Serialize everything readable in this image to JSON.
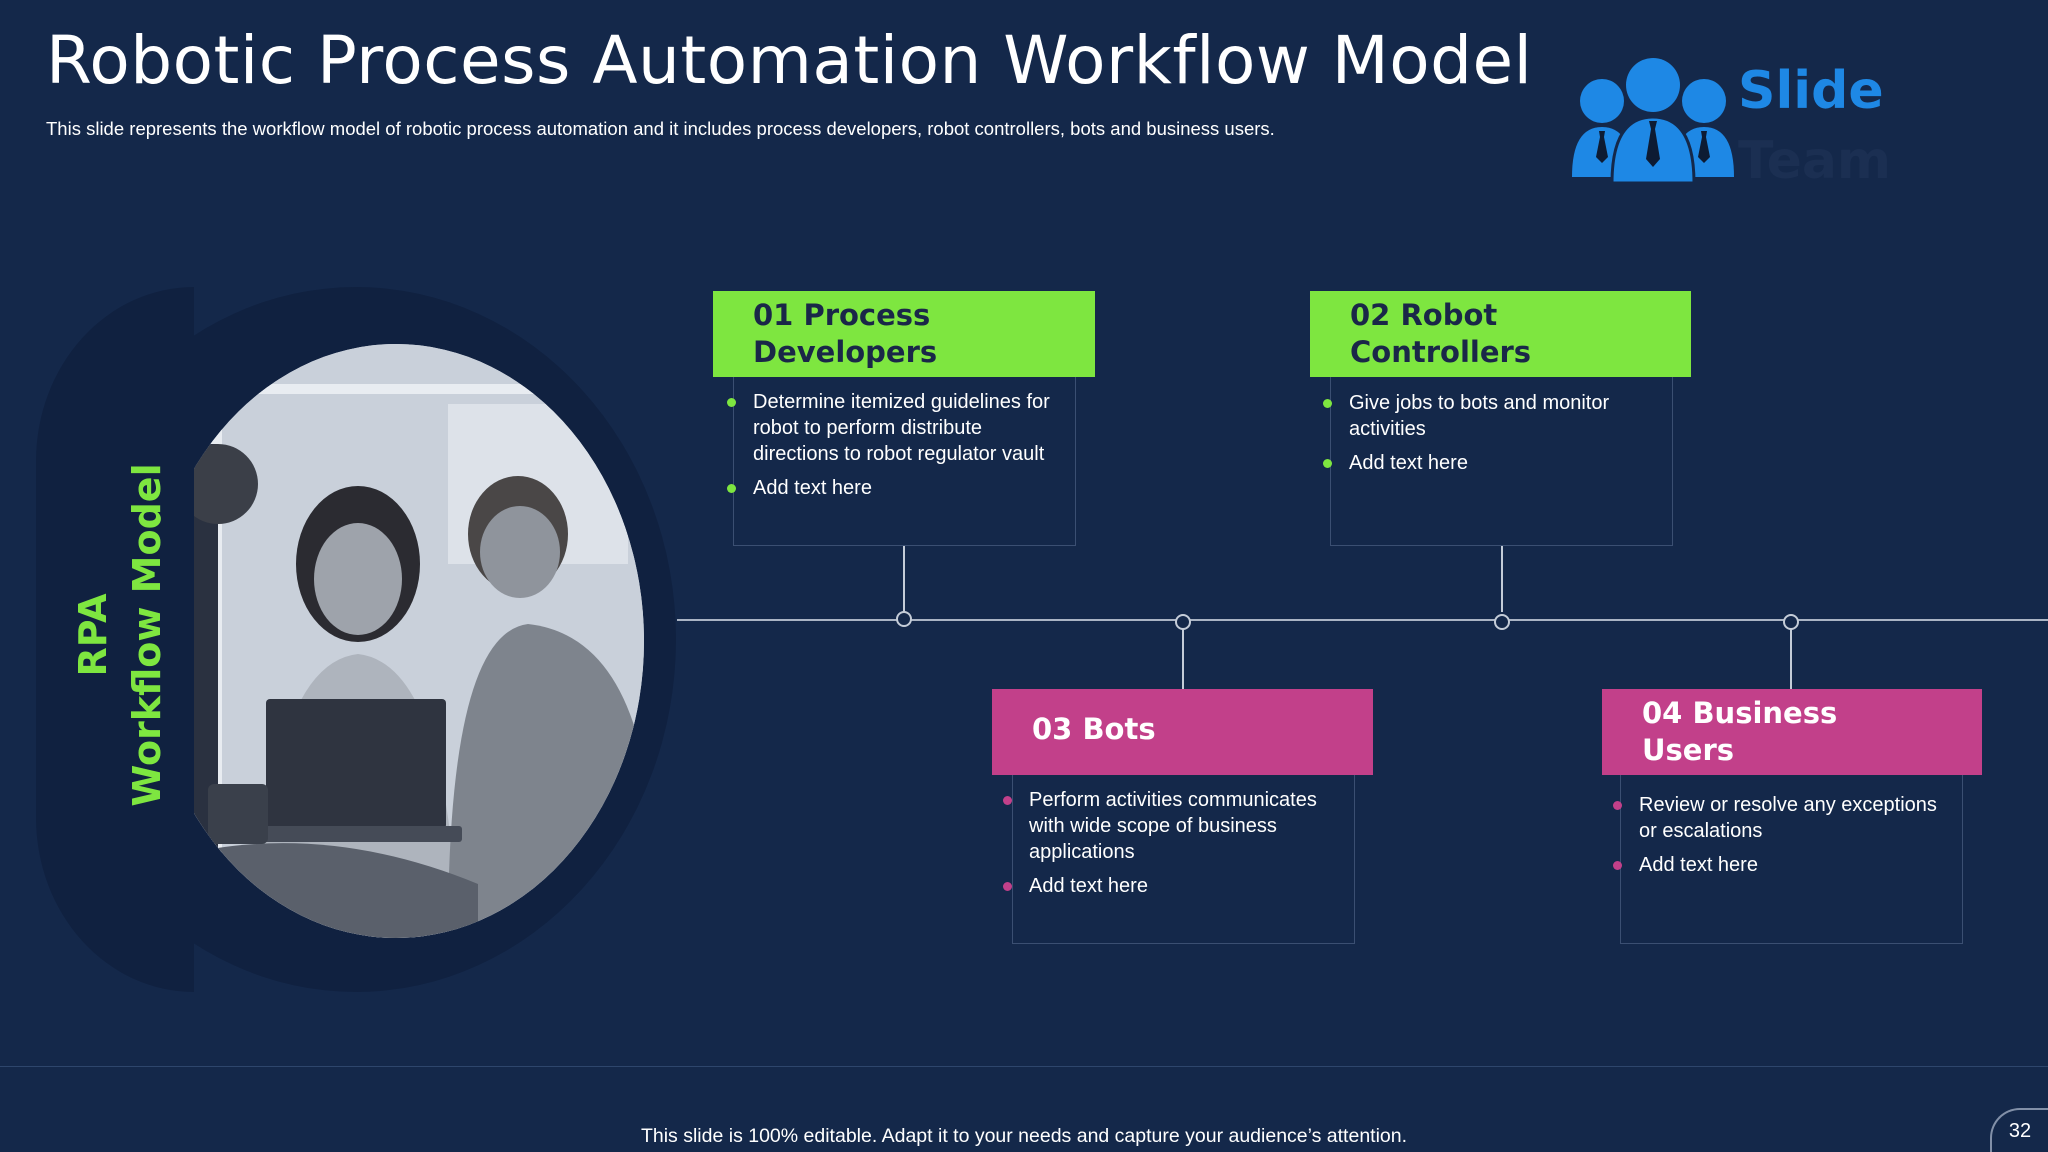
{
  "slide": {
    "title": "Robotic Process Automation Workflow Model",
    "subtitle": "This slide represents the workflow model of robotic process automation and it includes process developers, robot controllers, bots and business users.",
    "side_label_line1": "RPA",
    "side_label_line2": "Workflow Model",
    "footer": "This slide is 100% editable. Adapt it to your needs and capture your audience’s attention.",
    "page_number": "32"
  },
  "logo": {
    "word1": "Slide",
    "word2": "Team",
    "icon": "people-icon"
  },
  "steps": [
    {
      "heading_line1": "01 Process",
      "heading_line2": "Developers",
      "bullets": [
        "Determine itemized guidelines for robot to perform distribute directions to robot regulator vault",
        "Add text here"
      ]
    },
    {
      "heading_line1": "02 Robot",
      "heading_line2": "Controllers",
      "bullets": [
        "Give jobs to bots and monitor activities",
        "Add text here"
      ]
    },
    {
      "heading_line1": "03 Bots",
      "heading_line2": "",
      "bullets": [
        "Perform activities communicates with wide scope of business applications",
        "Add text here"
      ]
    },
    {
      "heading_line1": "04 Business",
      "heading_line2": "Users",
      "bullets": [
        "Review or resolve any exceptions or escalations",
        "Add text here"
      ]
    }
  ],
  "colors": {
    "background": "#14284a",
    "accent_green": "#7ee640",
    "accent_pink": "#c2408a",
    "logo_blue": "#1e88e5"
  }
}
